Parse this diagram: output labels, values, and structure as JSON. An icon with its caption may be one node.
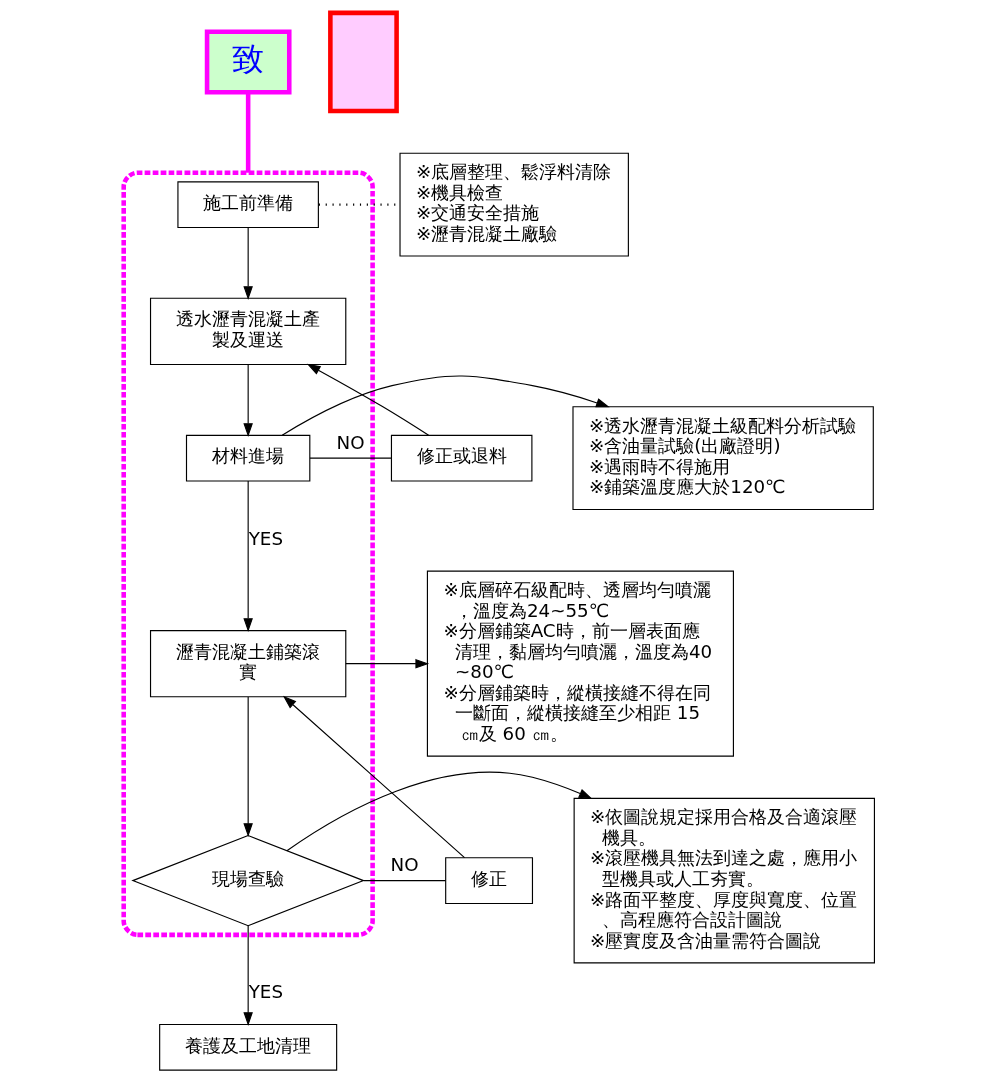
{
  "diagram": {
    "nodes": [
      {
        "text": [],
        "shape": "box"
      },
      {
        "text": [
          "施工前準備"
        ],
        "in": 0
      },
      {
        "text": [
          "透水瀝青混凝土產製及運送"
        ],
        "in": 0
      },
      {
        "text": [
          "材料進場"
        ],
        "in": 0
      },
      {
        "text": [
          "瀝青混凝土鋪築滾實"
        ],
        "in": 0
      },
      {
        "text": [
          "現場查驗"
        ],
        "in": 0
      },
      {
        "text": [
          "養護及工地清理"
        ]
      },
      {
        "text": [
          "修正或退料"
        ]
      },
      {
        "text": [
          "修正"
        ]
      },
      {
        "text": [
          "※底層整理、鬆浮料清除",
          "※機具檢查",
          "※交通安全措施",
          "※瀝青混凝土廠驗"
        ]
      },
      {
        "text": [
          "※透水瀝青混凝土級配料分析試驗",
          "※含油量試驗(出廠證明)",
          "※遇雨時不得施用",
          "※鋪築溫度應大於120℃"
        ]
      },
      {
        "text": [
          "※底層碎石級配時、透層均勻噴灑，溫度為24~55℃",
          "※分層鋪築AC時，前一層表面應清理，黏層均勻噴灑，溫度為40~80℃",
          "※分層鋪築時，縱橫接縫不得在同一斷面，縱橫接縫至少相距 15 ㎝及 60 ㎝。"
        ]
      },
      {
        "text": [
          "※依圖說規定採用合格及合適滾壓機具。",
          "※滾壓機具無法到達之處，應用小型機具或人工夯實。",
          "※路面平整度、厚度與寬度、位置、高程應符合設計圖說",
          "※壓實度及含油量需符合圖說"
        ]
      },
      {
        "text": [],
        "shape": "box"
      },
      {
        "text": [
          "致"
        ]
      }
    ],
    "edges": [
      {
        "from": 1,
        "to": 2,
        "arrow": "to"
      },
      {
        "from": 2,
        "to": 3,
        "arrow": "to"
      },
      {
        "from": 3,
        "to": 4,
        "arrow": "to",
        "label": "YES"
      },
      {
        "from": 4,
        "to": 5,
        "arrow": "to"
      },
      {
        "from": 5,
        "to": 6,
        "arrow": "to",
        "label": "YES"
      },
      {
        "from": 3,
        "to": 7,
        "arrow": "none",
        "label": "NO"
      },
      {
        "from": 7,
        "to": 2,
        "arrow": "to"
      },
      {
        "from": 5,
        "to": 8,
        "arrow": "none",
        "label": "NO"
      },
      {
        "from": 8,
        "to": 4,
        "arrow": "to"
      },
      {
        "from": 1,
        "to": 9,
        "arrow": "none",
        "style": "dashed"
      },
      {
        "from": 3,
        "to": 10,
        "arrow": "to"
      },
      {
        "from": 4,
        "to": 11,
        "arrow": "to"
      },
      {
        "from": 5,
        "to": 12,
        "arrow": "to"
      },
      {
        "from": 14,
        "to": 0,
        "arrow": "none",
        "style": "thick",
        "color": "#ff00ff"
      }
    ]
  }
}
